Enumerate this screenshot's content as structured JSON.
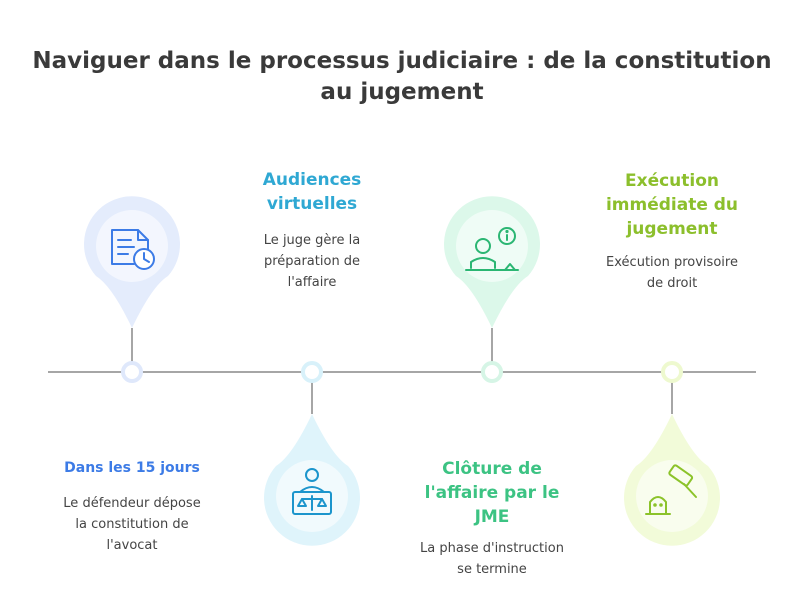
{
  "title": {
    "line1": "Naviguer dans le processus judiciaire : de la constitution",
    "line2": "au jugement"
  },
  "colors": {
    "timeline": "#a6a6a6",
    "blue_light": "#e4ecfc",
    "blue_icon": "#3c7be6",
    "cyan_light": "#dff4fb",
    "cyan_text": "#2fa8d3",
    "cyan_icon": "#1c95cc",
    "green_light": "#dcf8ea",
    "green_text": "#3cc383",
    "green_icon": "#2bb673",
    "lime_light": "#f2fbd9",
    "lime_text": "#8cbf2c",
    "lime_icon": "#8cc32a"
  },
  "steps": [
    {
      "icon": "document-clock-icon",
      "title": "Dans les 15 jours",
      "desc": [
        "Le défendeur dépose",
        "la constitution de",
        "l'avocat"
      ]
    },
    {
      "icon": "judge-scales-icon",
      "title": [
        "Audiences",
        "virtuelles"
      ],
      "desc": [
        "Le juge gère la",
        "préparation de",
        "l'affaire"
      ]
    },
    {
      "icon": "person-info-icon",
      "title": [
        "Clôture de",
        "l'affaire par le",
        "JME"
      ],
      "desc": [
        "La phase d'instruction",
        "se termine"
      ]
    },
    {
      "icon": "gavel-icon",
      "title": [
        "Exécution",
        "immédiate du",
        "jugement"
      ],
      "desc": [
        "Exécution provisoire",
        "de droit"
      ]
    }
  ]
}
